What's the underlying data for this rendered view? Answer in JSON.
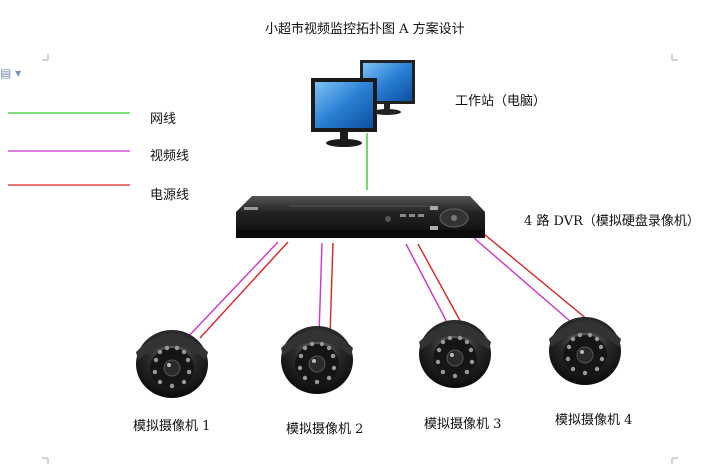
{
  "title": "小超市视频监控拓扑图 A 方案设计",
  "legend": [
    {
      "label": "网线",
      "color": "#33cc33"
    },
    {
      "label": "视频线",
      "color": "#cc33cc"
    },
    {
      "label": "电源线",
      "color": "#dd2222"
    }
  ],
  "nodes": {
    "workstation": {
      "label": "工作站（电脑）"
    },
    "dvr": {
      "label": "4 路 DVR（模拟硬盘录像机）"
    },
    "cameras": [
      {
        "label": "模拟摄像机 1"
      },
      {
        "label": "模拟摄像机 2"
      },
      {
        "label": "模拟摄像机 3"
      },
      {
        "label": "模拟摄像机 4"
      }
    ]
  },
  "colors": {
    "network": "#33cc33",
    "video": "#cc33cc",
    "power": "#dd2222",
    "device": "#1c1c1c",
    "screen": "#2a7fd4"
  }
}
